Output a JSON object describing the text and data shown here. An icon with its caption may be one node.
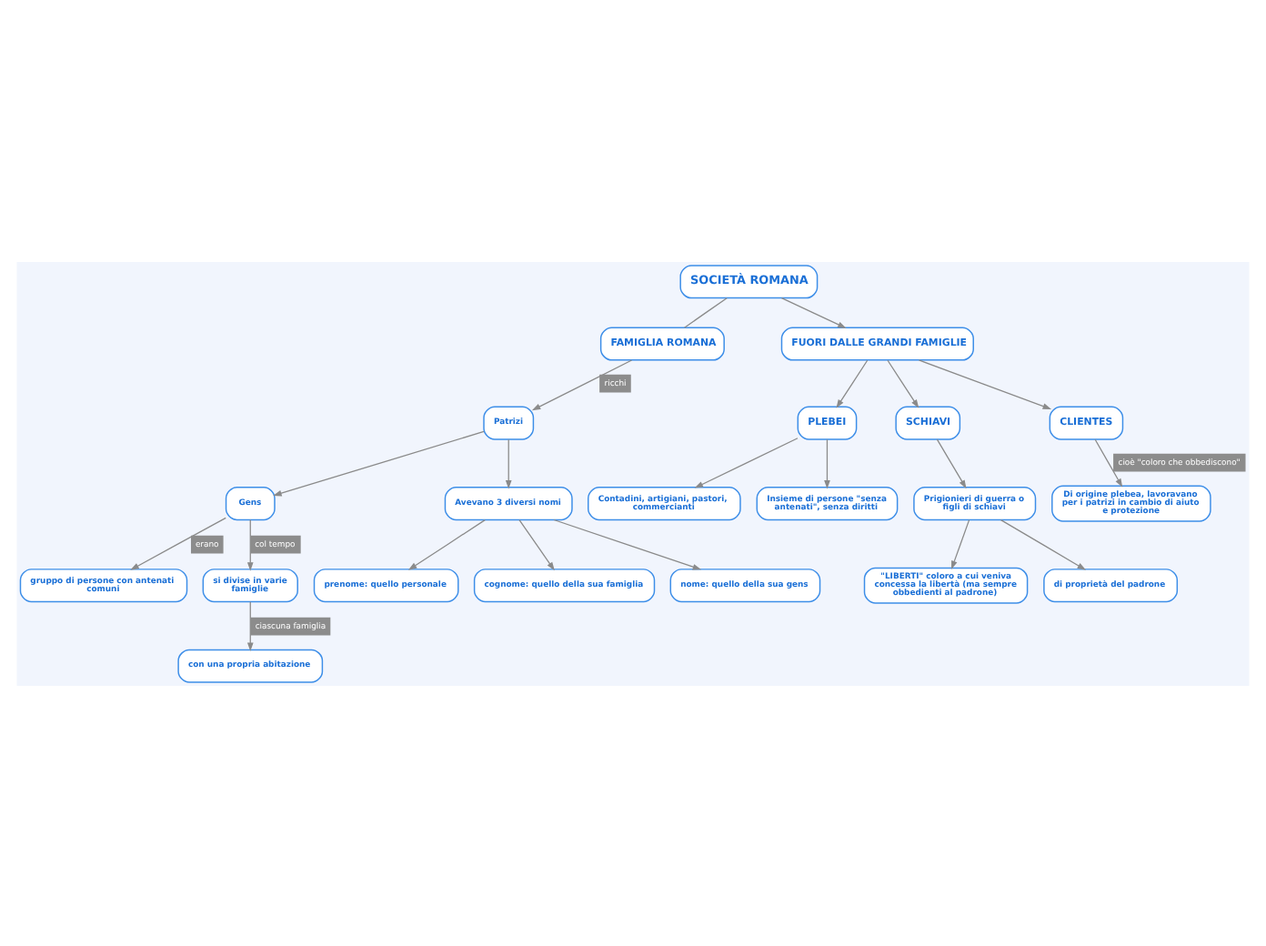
{
  "diagram": {
    "nodes": [
      {
        "text": [
          "SOCIETÀ ROMANA"
        ]
      },
      {
        "text": [
          "FAMIGLIA ROMANA"
        ]
      },
      {
        "text": [
          "FUORI DALLE GRANDI FAMIGLIE"
        ]
      },
      {
        "text": [
          "PLEBEI"
        ]
      },
      {
        "text": [
          "Patrizi"
        ]
      },
      {
        "text": [
          "Contadini, artigiani, pastori, commercianti"
        ]
      },
      {
        "text": [
          "Insieme di persone \"senza antenati\", senza diritti"
        ]
      },
      {
        "text": [
          "SCHIAVI"
        ]
      },
      {
        "text": [
          "Gens"
        ]
      },
      {
        "text": [
          "Avevano 3 diversi nomi"
        ]
      },
      {
        "text": [
          "CLIENTES"
        ]
      },
      {
        "text": [
          "Prigionieri di guerra o figli di schiavi"
        ]
      },
      {
        "text": [
          "\"LIBERTI\" coloro a cui veniva concessa la libertà (ma sempre obbedienti al padrone)"
        ]
      },
      {
        "text": [
          "gruppo di persone con antenati comuni"
        ]
      },
      {
        "text": [
          "si divise in varie famiglie"
        ]
      },
      {
        "text": [
          "prenome: quello personale"
        ]
      },
      {
        "text": [
          "cognome: quello della sua famiglia"
        ]
      },
      {
        "text": [
          "nome: quello della sua gens"
        ]
      },
      {
        "text": [
          "Di origine plebea, lavoravano per i patrizi in cambio di aiuto e protezione"
        ]
      },
      {
        "text": [
          "di proprietà del padrone"
        ]
      },
      {
        "text": [
          "con una propria abitazione"
        ]
      }
    ],
    "edges": [
      {
        "from": 0,
        "to": 1,
        "arrow": "none"
      },
      {
        "from": 0,
        "to": 2,
        "arrow": "to"
      },
      {
        "from": 2,
        "to": 3,
        "arrow": "to"
      },
      {
        "from": 1,
        "to": 4,
        "arrow": "to",
        "label": "ricchi"
      },
      {
        "from": 3,
        "to": 5,
        "arrow": "to"
      },
      {
        "from": 3,
        "to": 6,
        "arrow": "to"
      },
      {
        "from": 2,
        "to": 10,
        "arrow": "to"
      },
      {
        "from": 2,
        "to": 7,
        "arrow": "to"
      },
      {
        "from": 4,
        "to": 8,
        "arrow": "to"
      },
      {
        "from": 4,
        "to": 9,
        "arrow": "to"
      },
      {
        "from": 7,
        "to": 11,
        "arrow": "to"
      },
      {
        "from": 11,
        "to": 12,
        "arrow": "to"
      },
      {
        "from": 8,
        "to": 13,
        "arrow": "to",
        "label": "erano"
      },
      {
        "from": 8,
        "to": 14,
        "arrow": "to",
        "label": "col tempo"
      },
      {
        "from": 9,
        "to": 15,
        "arrow": "to"
      },
      {
        "from": 9,
        "to": 17,
        "arrow": "to"
      },
      {
        "from": 9,
        "to": 16,
        "arrow": "to"
      },
      {
        "from": 10,
        "to": 18,
        "arrow": "to",
        "label": "cioè \"coloro che obbediscono\""
      },
      {
        "from": 11,
        "to": 19,
        "arrow": "to"
      },
      {
        "from": 14,
        "to": 20,
        "arrow": "to",
        "label": "ciascuna famiglia"
      }
    ]
  }
}
